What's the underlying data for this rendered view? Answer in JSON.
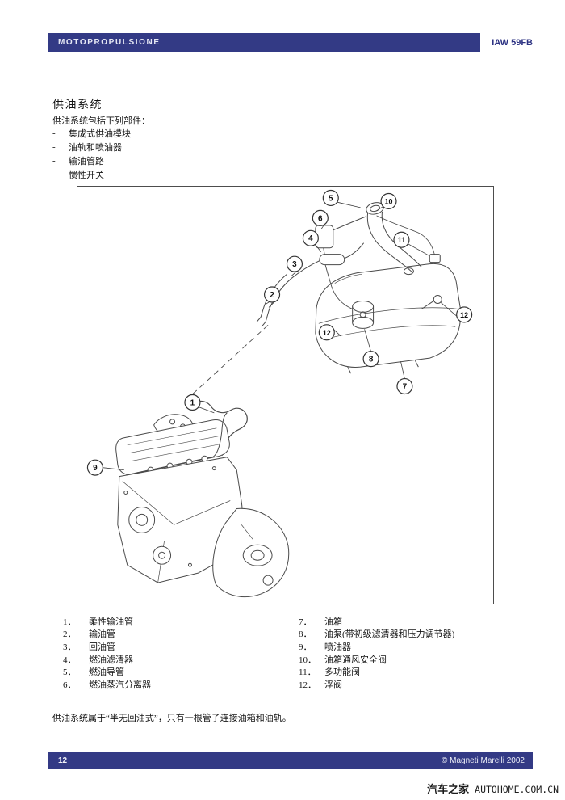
{
  "colors": {
    "brand_navy": "#333a85",
    "diagram_border": "#4d4d4d",
    "line_art": "#4a4a4a"
  },
  "header": {
    "section": "MOTOPROPULSIONE",
    "code": "IAW 59FB"
  },
  "content": {
    "title": "供油系统",
    "intro": "供油系统包括下列部件：",
    "bullet_marker": "-",
    "bullets": [
      "集成式供油模块",
      "油轨和喷油器",
      "输油管路",
      "惯性开关"
    ],
    "closing": "供油系统属于“半无回油式”，只有一根管子连接油箱和油轨。"
  },
  "diagram": {
    "description": "fuel-supply-system-line-drawing",
    "callouts": [
      "5",
      "10",
      "6",
      "4",
      "11",
      "3",
      "2",
      "12",
      "12",
      "8",
      "7",
      "1",
      "9"
    ]
  },
  "legend": {
    "left": [
      {
        "num": "1．",
        "label": "柔性输油管"
      },
      {
        "num": "2．",
        "label": "输油管"
      },
      {
        "num": "3．",
        "label": "回油管"
      },
      {
        "num": "4．",
        "label": "燃油滤清器"
      },
      {
        "num": "5．",
        "label": "燃油导管"
      },
      {
        "num": "6．",
        "label": "燃油蒸汽分离器"
      }
    ],
    "right": [
      {
        "num": "7．",
        "label": "油箱"
      },
      {
        "num": "8．",
        "label": "油泵(带初级滤清器和压力调节器)"
      },
      {
        "num": "9．",
        "label": "喷油器"
      },
      {
        "num": "10．",
        "label": "油箱通风安全阀"
      },
      {
        "num": "11．",
        "label": "多功能阀"
      },
      {
        "num": "12．",
        "label": "浮阀"
      }
    ]
  },
  "footer": {
    "page_number": "12",
    "copyright": "© Magneti Marelli 2002"
  },
  "watermark": {
    "site_name": "汽车之家",
    "site_domain": "AUTOHOME.COM.CN"
  }
}
